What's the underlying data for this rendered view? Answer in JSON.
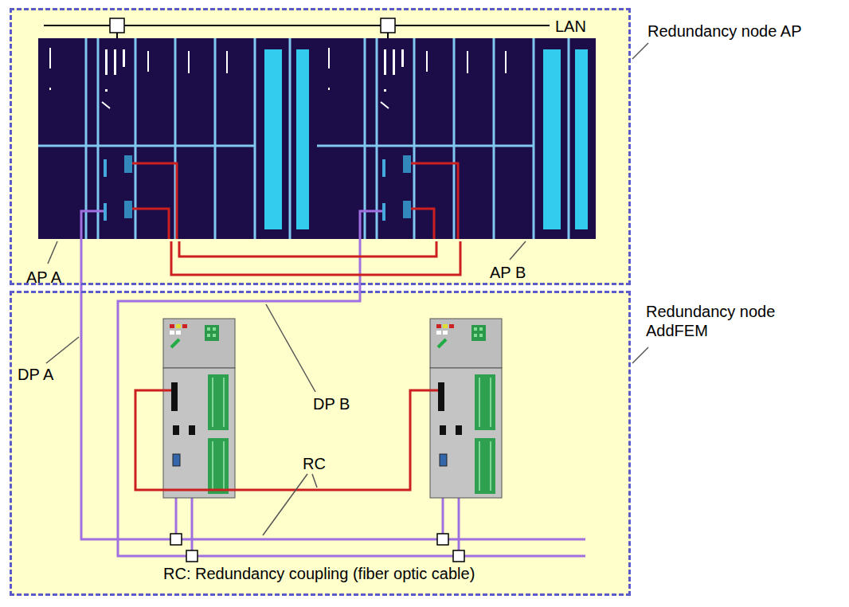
{
  "diagram": {
    "nodes": [
      {
        "text": [
          "Redundancy node AP"
        ]
      },
      {
        "text": [
          "AP A"
        ],
        "in": 0
      },
      {
        "text": [
          "AP B"
        ],
        "in": 0
      },
      {
        "text": [
          "Redundancy node AddFEM"
        ]
      }
    ],
    "edges": [
      {
        "from": 1,
        "to": 2,
        "arrow": "none"
      },
      {
        "from": 1,
        "to": 2,
        "arrow": "none"
      }
    ],
    "labels": [
      "LAN",
      "DP A",
      "DP B",
      "RC",
      "RC: Redundancy coupling (fiber optic cable)"
    ]
  }
}
